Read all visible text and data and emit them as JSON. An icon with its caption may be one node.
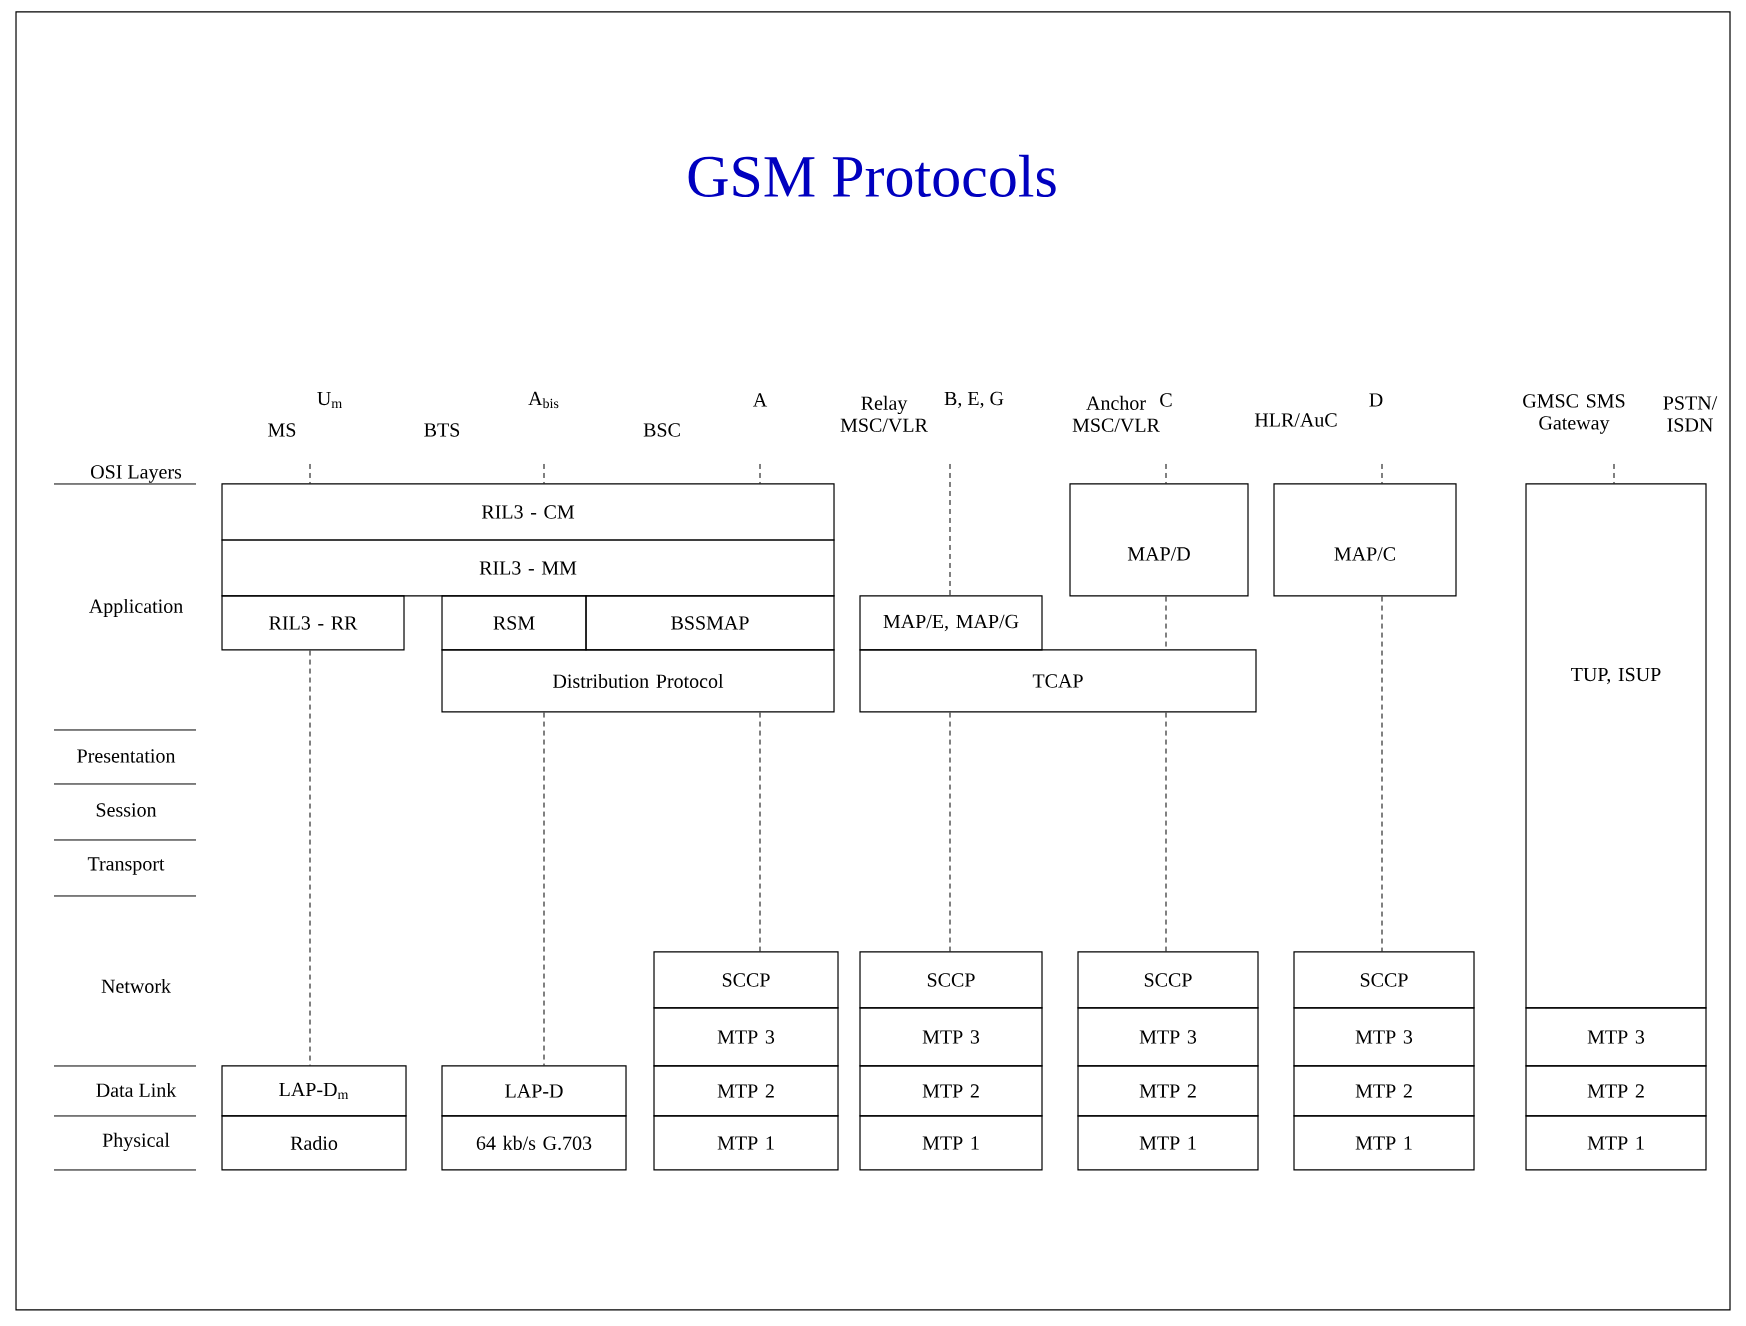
{
  "diagram": {
    "title": "GSM Protocols",
    "nodes": [
      {
        "text": [
          "RIL3 - CM"
        ]
      },
      {
        "text": [
          "MAP/D"
        ]
      },
      {
        "text": [
          "MAP/C"
        ]
      },
      {
        "text": [
          "TUP, ISUP"
        ]
      },
      {
        "text": [
          "RIL3 - MM"
        ]
      },
      {
        "text": [
          "RIL3 - RR"
        ]
      },
      {
        "text": [
          "RSM"
        ]
      },
      {
        "text": [
          "BSSMAP"
        ]
      },
      {
        "text": [
          "MAP/E, MAP/G"
        ]
      },
      {
        "text": [
          "Distribution Protocol"
        ]
      },
      {
        "text": [
          "TCAP"
        ]
      },
      {
        "text": [
          "SCCP"
        ]
      },
      {
        "text": [
          "SCCP"
        ]
      },
      {
        "text": [
          "SCCP"
        ]
      },
      {
        "text": [
          "SCCP"
        ]
      },
      {
        "text": [
          "MTP 3"
        ]
      },
      {
        "text": [
          "MTP 3"
        ]
      },
      {
        "text": [
          "MTP 3"
        ]
      },
      {
        "text": [
          "MTP 3"
        ]
      },
      {
        "text": [
          "MTP 3"
        ]
      },
      {
        "text": [
          "LAP-D$_{m}$"
        ]
      },
      {
        "text": [
          "LAP-D"
        ]
      },
      {
        "text": [
          "MTP 2"
        ]
      },
      {
        "text": [
          "MTP 2"
        ]
      },
      {
        "text": [
          "MTP 2"
        ]
      },
      {
        "text": [
          "MTP 2"
        ]
      },
      {
        "text": [
          "MTP 2"
        ]
      },
      {
        "text": [
          "Radio"
        ]
      },
      {
        "text": [
          "64 kb/s G.703"
        ]
      },
      {
        "text": [
          "MTP 1"
        ]
      },
      {
        "text": [
          "MTP 1"
        ]
      },
      {
        "text": [
          "MTP 1"
        ]
      },
      {
        "text": [
          "MTP 1"
        ]
      },
      {
        "text": [
          "MTP 1"
        ]
      }
    ],
    "edges": [
      {
        "from": null,
        "to": 0,
        "arrow": "none",
        "style": "dashed"
      },
      {
        "from": null,
        "to": 0,
        "arrow": "none",
        "style": "dashed"
      },
      {
        "from": null,
        "to": 0,
        "arrow": "none",
        "style": "dashed"
      },
      {
        "from": null,
        "to": 8,
        "arrow": "none",
        "style": "dashed"
      },
      {
        "from": null,
        "to": 1,
        "arrow": "none",
        "style": "dashed"
      },
      {
        "from": null,
        "to": 2,
        "arrow": "none",
        "style": "dashed"
      },
      {
        "from": null,
        "to": 3,
        "arrow": "none",
        "style": "dashed"
      },
      {
        "from": 5,
        "to": 20,
        "arrow": "none",
        "style": "dashed"
      },
      {
        "from": 9,
        "to": 21,
        "arrow": "none",
        "style": "dashed"
      },
      {
        "from": 9,
        "to": 11,
        "arrow": "none",
        "style": "dashed"
      },
      {
        "from": 10,
        "to": 12,
        "arrow": "none",
        "style": "dashed"
      },
      {
        "from": 1,
        "to": 10,
        "arrow": "none",
        "style": "dashed"
      },
      {
        "from": 10,
        "to": 13,
        "arrow": "none",
        "style": "dashed"
      },
      {
        "from": 2,
        "to": 14,
        "arrow": "none",
        "style": "dashed"
      }
    ],
    "labels": [
      "U$_{m}$",
      "A$_{bis}$",
      "A",
      "Relay MSC/VLR",
      "B, E, G",
      "Anchor MSC/VLR",
      "C",
      "D",
      "GMSC SMS Gateway",
      "PSTN/ ISDN",
      "MS",
      "BTS",
      "BSC",
      "HLR/AuC",
      "OSI Layers",
      "Application",
      "Presentation",
      "Session",
      "Transport",
      "Network",
      "Data Link",
      "Physical"
    ]
  }
}
